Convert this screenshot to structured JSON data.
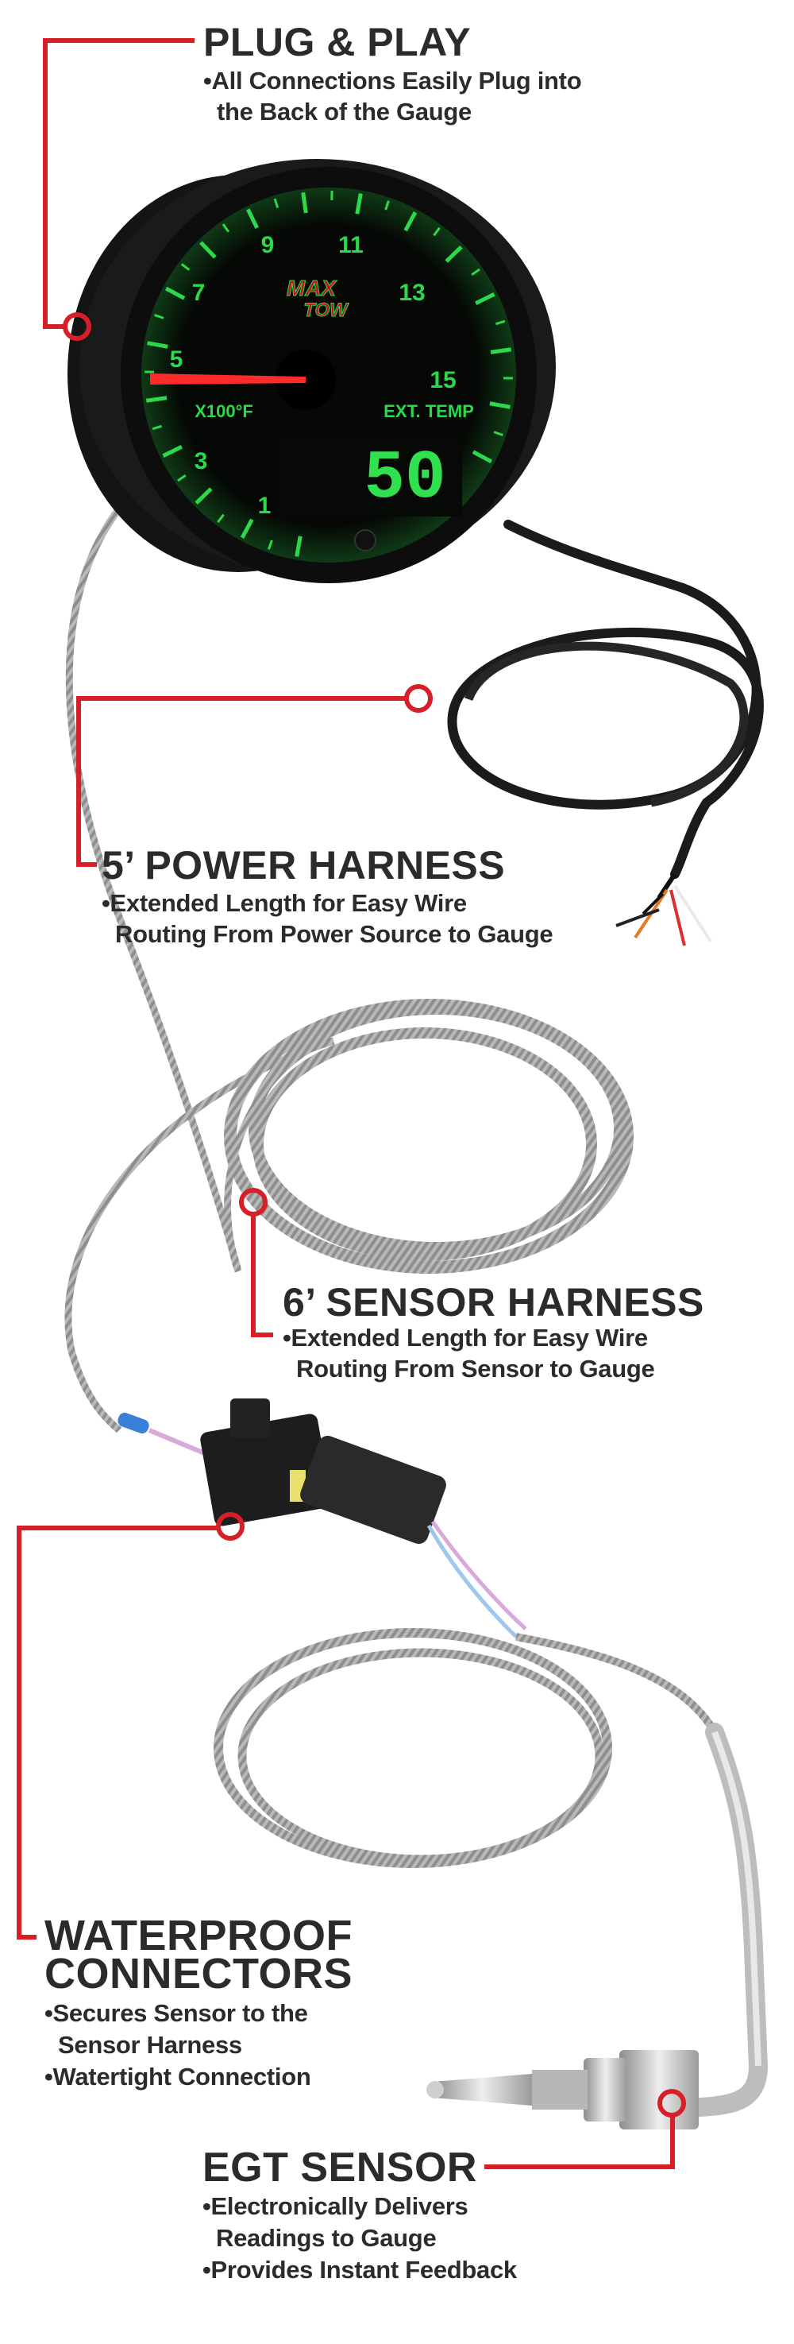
{
  "colors": {
    "accent": "#d71f27",
    "text": "#2b2b2b",
    "gauge_green": "#2bd94a",
    "needle": "#ff2a2a"
  },
  "callouts": {
    "plug": {
      "title": "PLUG & PLAY",
      "lines": [
        "•All Connections Easily Plug into",
        "the Back of the Gauge"
      ]
    },
    "power": {
      "title": "5’ POWER HARNESS",
      "lines": [
        "•Extended Length for Easy Wire",
        "Routing From Power Source to Gauge"
      ]
    },
    "sensor": {
      "title": "6’ SENSOR HARNESS",
      "lines": [
        "•Extended Length for Easy Wire",
        "Routing From Sensor to Gauge"
      ]
    },
    "waterproof": {
      "title1": "WATERPROOF",
      "title2": "CONNECTORS",
      "lines": [
        "•Secures Sensor to the",
        "Sensor Harness",
        "•Watertight Connection"
      ]
    },
    "egt": {
      "title": "EGT SENSOR",
      "lines": [
        "•Electronically Delivers",
        "Readings to Gauge",
        "•Provides Instant Feedback"
      ]
    }
  },
  "gauge": {
    "brand_top": "MAX",
    "brand_bottom": "TOW",
    "scale_numbers": [
      "1",
      "3",
      "5",
      "7",
      "9",
      "11",
      "13",
      "15"
    ],
    "unit": "X100°F",
    "label": "EXT. TEMP",
    "digital_reading": "50",
    "needle_value": 5
  }
}
